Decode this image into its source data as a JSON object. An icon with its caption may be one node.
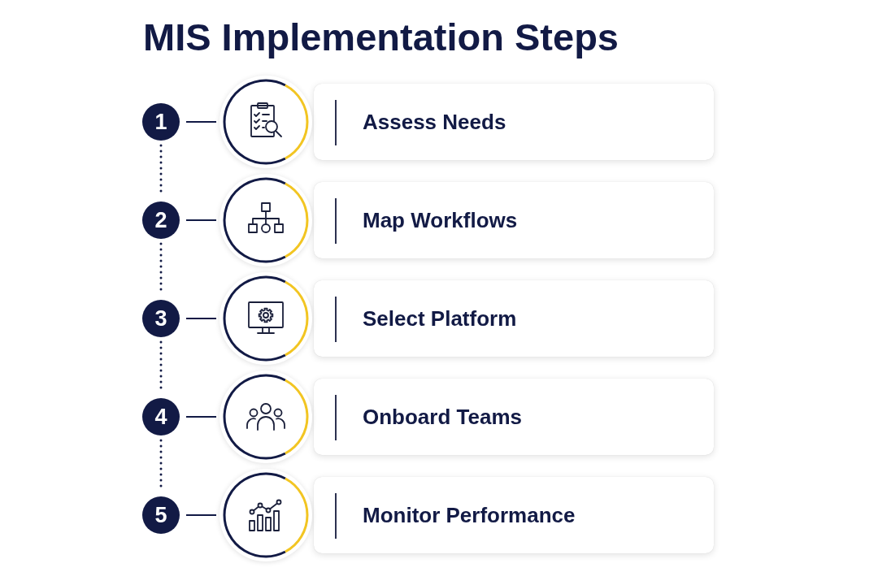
{
  "diagram": {
    "title": "MIS Implementation Steps",
    "nodes": [
      {
        "text": [
          "1"
        ]
      },
      {
        "text": [],
        "shape": "circle"
      },
      {
        "text": [
          "Assess Needs"
        ]
      },
      {
        "text": [
          "2"
        ]
      },
      {
        "text": [],
        "shape": "circle"
      },
      {
        "text": [
          "Map Workflows"
        ]
      },
      {
        "text": [
          "3"
        ]
      },
      {
        "text": [],
        "shape": "circle"
      },
      {
        "text": [
          "Select Platform"
        ]
      },
      {
        "text": [
          "4"
        ]
      },
      {
        "text": [],
        "shape": "circle"
      },
      {
        "text": [
          "Onboard Teams"
        ]
      },
      {
        "text": [
          "5"
        ]
      },
      {
        "text": [],
        "shape": "circle"
      },
      {
        "text": [
          "Monitor Performance"
        ]
      }
    ],
    "edges": [
      {
        "from": 0,
        "to": 1,
        "arrow": "none"
      },
      {
        "from": 0,
        "to": 3,
        "arrow": "none",
        "style": "dashed"
      },
      {
        "from": 3,
        "to": 4,
        "arrow": "none"
      },
      {
        "from": 3,
        "to": 6,
        "arrow": "none",
        "style": "dashed"
      },
      {
        "from": 6,
        "to": 7,
        "arrow": "none"
      },
      {
        "from": 6,
        "to": 9,
        "arrow": "none",
        "style": "dashed"
      },
      {
        "from": 9,
        "to": 10,
        "arrow": "none"
      },
      {
        "from": 9,
        "to": 12,
        "arrow": "none",
        "style": "dashed"
      },
      {
        "from": 12,
        "to": 13,
        "arrow": "none"
      }
    ]
  }
}
